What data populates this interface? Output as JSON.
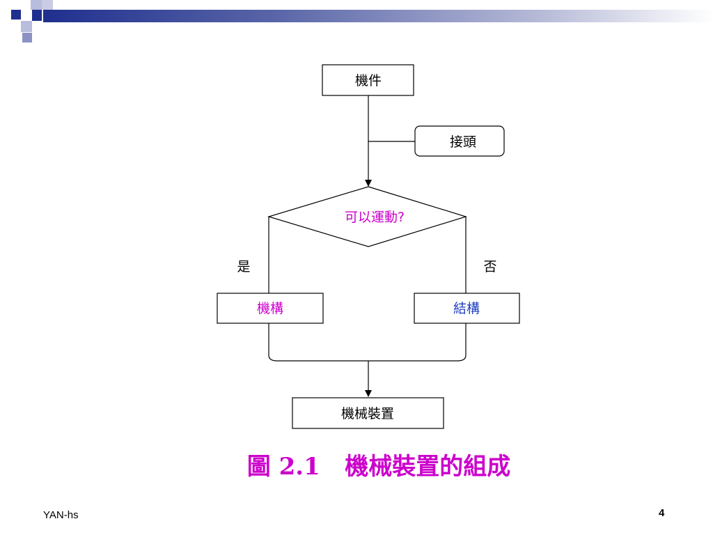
{
  "colors": {
    "deco_dark": "#1f2f8e",
    "deco_light": "#9a9fcc",
    "caption": "#cc00cc",
    "question": "#cc00cc",
    "mechanism": "#cc00cc",
    "structure": "#1f3fbf",
    "default_text": "#000000"
  },
  "diagram": {
    "nodes": {
      "part": "機件",
      "joint": "接頭",
      "decision": "可以運動?",
      "mechanism": "機構",
      "structure": "結構",
      "machine": "機械裝置"
    },
    "branch_labels": {
      "yes": "是",
      "no": "否"
    }
  },
  "caption": "圖 2.1   機械裝置的組成",
  "footer": {
    "author": "YAN-hs",
    "page_number": "4"
  }
}
